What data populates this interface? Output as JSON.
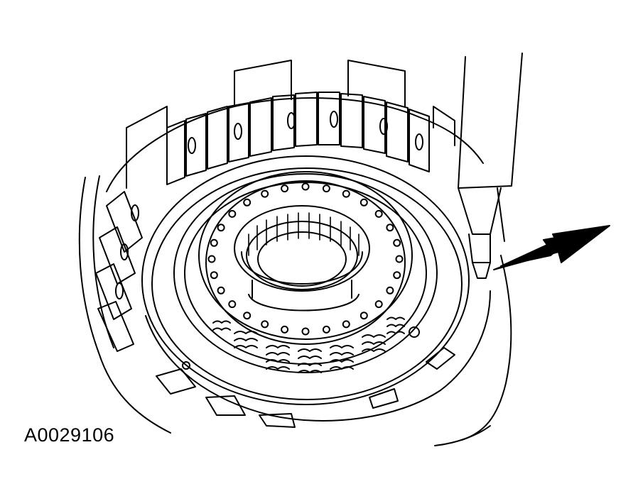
{
  "figure": {
    "id_label": "A0029106"
  },
  "colors": {
    "ink": "#000000",
    "paper": "#ffffff"
  },
  "illustration": {
    "subject": "clutch-drum-with-return-spring-and-tool",
    "icons": [
      "clutch-drum",
      "snap-ring-tool",
      "arrow-pointer"
    ]
  }
}
